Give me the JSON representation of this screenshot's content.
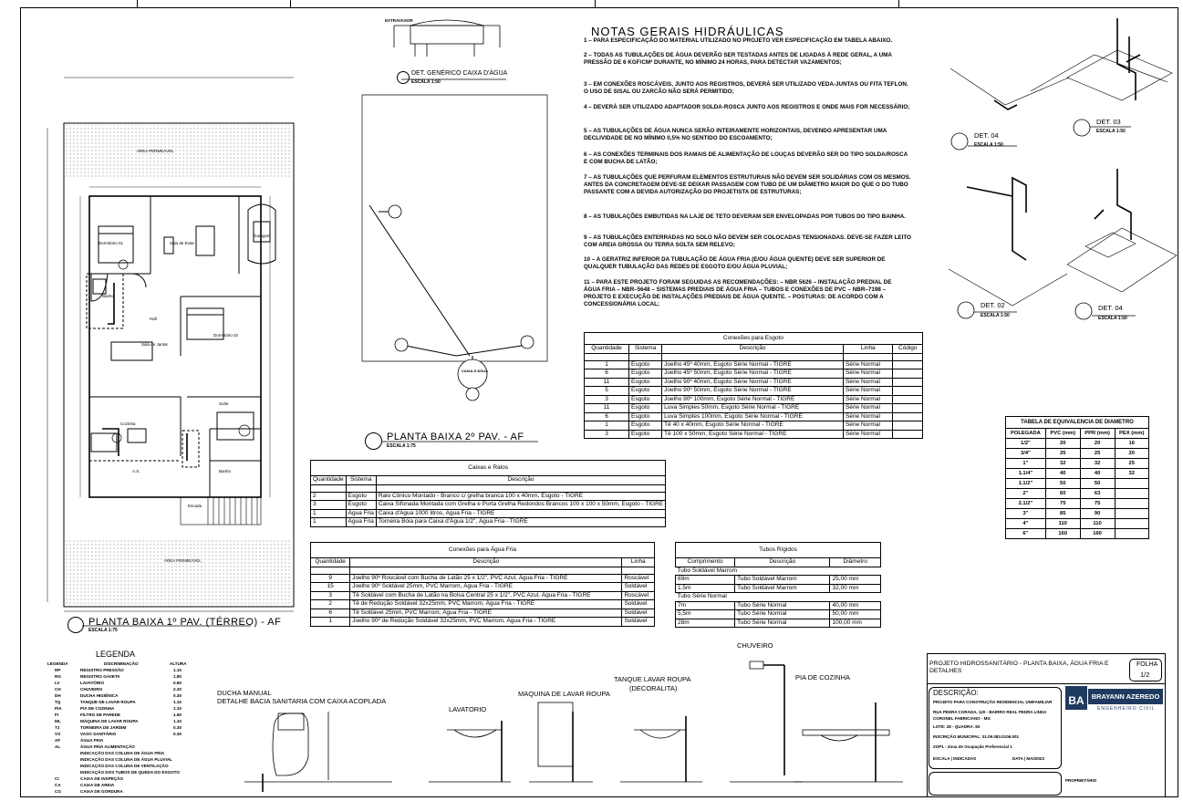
{
  "notes": {
    "title": "NOTAS GERAIS HIDRÁULICAS",
    "items": [
      "1 – PARA ESPECIFICAÇÃO DO MATERIAL UTILIZADO NO PROJETO VER ESPECIFICAÇÃO EM TABELA ABAIXO.",
      "2 – TODAS AS TUBULAÇÕES DE ÁGUA DEVERÃO SER TESTADAS ANTES DE LIGADAS À REDE GERAL, A UMA PRESSÃO DE 6 Kgf/cm² DURANTE, NO MÍNIMO 24 HORAS, PARA DETECTAR VAZAMENTOS;",
      "3 – EM CONEXÕES ROSCÁVEIS, JUNTO AOS REGISTROS, DEVERÁ SER UTILIZADO VEDA-JUNTAS OU FITA TEFLON. O USO DE SISAL OU ZARCÃO NÃO SERÁ PERMITIDO;",
      "4 – DEVERÁ SER UTILIZADO ADAPTADOR SOLDA-ROSCA JUNTO AOS REGISTROS E ONDE MAIS FOR NECESSÁRIO;",
      "5 – AS TUBULAÇÕES DE ÁGUA NUNCA SERÃO INTEIRAMENTE HORIZONTAIS, DEVENDO APRESENTAR UMA DECLIVIDADE DE NO MÍNIMO 0,5% NO SENTIDO DO ESCOAMENTO;",
      "6 – AS CONEXÕES TERMINAIS DOS RAMAIS DE ALIMENTAÇÃO DE LOUÇAS DEVERÃO SER DO TIPO SOLDA/ROSCA E COM BUCHA DE LATÃO;",
      "7 – AS TUBULAÇÕES QUE PERFURAM ELEMENTOS ESTRUTURAIS NÃO DEVEM SER SOLIDÁRIAS COM OS MESMOS. ANTES DA CONCRETAGEM DEVE-SE DEIXAR PASSAGEM COM TUBO DE UM DIÂMETRO MAIOR DO QUE O DO TUBO PASSANTE COM A DEVIDA AUTORIZAÇÃO DO PROJETISTA DE ESTRUTURAS;",
      "8 – AS TUBULAÇÕES EMBUTIDAS NA LAJE DE TETO DEVERAM SER ENVELOPADAS POR TUBOS DO TIPO BAINHA.",
      "9 – AS TUBULAÇÕES ENTERRADAS NO SOLO NÃO DEVEM SER COLOCADAS TENSIONADAS. DEVE-SE FAZER LEITO COM AREIA GROSSA OU TERRA SOLTA SEM RELEVO;",
      "10 – A GERATRIZ INFERIOR DA TUBULAÇÃO DE ÁGUA FRIA (E/OU ÁGUA QUENTE) DEVE SER SUPERIOR DE QUALQUER TUBULAÇÃO DAS REDES DE ESGOTO E/OU ÁGUA PLUVIAL;",
      "11 – PARA ESTE PROJETO FORAM SEGUIDAS AS RECOMENDAÇÕES: – NBR 5626 – INSTALAÇÃO PREDIAL DE ÁGUA FRIA – NBR–5648 – SISTEMAS PREDIAIS DE ÁGUA FRIA – TUBOS E CONEXÕES DE PVC – NBR–7198 – PROJETO E EXECUÇÃO DE INSTALAÇÕES PREDIAIS DE ÁGUA QUENTE. – POSTURAS: DE ACORDO COM A CONCESSIONÁRIA LOCAL;"
    ]
  },
  "labels": {
    "det_caixa": "DET. GENÉRICO CAIXA D'ÁGUA",
    "det_caixa_scale": "ESCALA 1:50",
    "planta2": "PLANTA BAIXA 2º PAV. - AF",
    "planta2_scale": "ESCALA 1:75",
    "planta1": "PLANTA BAIXA 1º PAV. (TÉRREO) - AF",
    "planta1_scale": "ESCALA 1:75",
    "det03": "DET. 03",
    "det04a": "DET. 04",
    "det02": "DET. 02",
    "det04b": "DET. 04",
    "det_scale": "ESCALA 1:50",
    "chuveiro": "CHUVEIRO",
    "pia": "PIA DE COZINHA",
    "tanque": "TANQUE LAVAR ROUPA",
    "tanque_sub": "(DECORALITA)",
    "maquina": "MAQUINA DE LAVAR ROUPA",
    "lavatorio": "LAVATORIO",
    "ducha": "DUCHA MANUAL",
    "detalhe_bacia": "DETALHE BACIA SANITARIA COM CAIXA ACOPLADA",
    "caixa_dagua": "CAIXA D'ÁGUA",
    "extravasor": "EXTRAVASOR",
    "area_permeavel": "ÁREA PERMEÁVEL",
    "rooms": [
      "Dormitório 01",
      "Sala de Estar",
      "Garagem",
      "Banho",
      "Hall",
      "Sala de Jantar",
      "Dormitório 02",
      "Cozinha",
      "Suíte",
      "A.S.",
      "Banho",
      "Escada"
    ]
  },
  "esgoto": {
    "caption": "Conexões para Esgoto",
    "headers": [
      "Quantidade",
      "Sistema",
      "Descrição",
      "Linha",
      "Código"
    ],
    "rows": [
      [
        "1",
        "Esgoto",
        "Joelho 45º 40mm, Esgoto Série Normal - TIGRE",
        "Série Normal",
        ""
      ],
      [
        "6",
        "Esgoto",
        "Joelho 45º 50mm, Esgoto Série Normal - TIGRE",
        "Série Normal",
        ""
      ],
      [
        "11",
        "Esgoto",
        "Joelho 90º 40mm, Esgoto Série Normal - TIGRE",
        "Série Normal",
        ""
      ],
      [
        "5",
        "Esgoto",
        "Joelho 90º 50mm, Esgoto Série Normal - TIGRE",
        "Série Normal",
        ""
      ],
      [
        "3",
        "Esgoto",
        "Joelho 90º 100mm, Esgoto Série Normal - TIGRE",
        "Série Normal",
        ""
      ],
      [
        "11",
        "Esgoto",
        "Luva Simples 50mm, Esgoto Série Normal - TIGRE",
        "Série Normal",
        ""
      ],
      [
        "6",
        "Esgoto",
        "Luva Simples 100mm, Esgoto Série Normal - TIGRE",
        "Série Normal",
        ""
      ],
      [
        "1",
        "Esgoto",
        "Tê 40 x 40mm, Esgoto Série Normal - TIGRE",
        "Série Normal",
        ""
      ],
      [
        "3",
        "Esgoto",
        "Tê 100 x 50mm, Esgoto Série Normal - TIGRE",
        "Série Normal",
        ""
      ]
    ]
  },
  "caixas": {
    "caption": "Caixas e Ralos",
    "headers": [
      "Quantidade",
      "Sistema",
      "Descrição"
    ],
    "rows": [
      [
        "2",
        "Esgoto",
        "Ralo Cônico Montado - Branco c/ grelha branca 100 x 40mm, Esgoto - TIGRE"
      ],
      [
        "3",
        "Esgoto",
        "Caixa Sifonada Montada com Grelha e Porta Grelha Redondos Brancos 100 x 100 x 50mm, Esgoto - TIGRE"
      ],
      [
        "1",
        "Água Fria",
        "Caixa d'Água 1000 litros, Água Fria - TIGRE"
      ],
      [
        "1",
        "Água Fria",
        "Torneira Bóia para Caixa d'Água 1/2\", Água Fria - TIGRE"
      ]
    ]
  },
  "agua_fria": {
    "caption": "Conexões para Água Fria",
    "headers": [
      "Quantidade",
      "Descrição",
      "Linha"
    ],
    "rows": [
      [
        "9",
        "Joelho 90º Roscável com Bucha de Latão 25 x 1/2\", PVC Azul, Água Fria - TIGRE",
        "Roscável"
      ],
      [
        "15",
        "Joelho 90º Soldável 25mm, PVC Marrom, Água Fria - TIGRE",
        "Soldável"
      ],
      [
        "3",
        "Tê Soldável com Bucha de Latão na Bolsa Central 25 x 1/2\", PVC Azul, Água Fria - TIGRE",
        "Roscável"
      ],
      [
        "2",
        "Tê de Redução Soldável 32x25mm, PVC Marrom, Água Fria - TIGRE",
        "Soldável"
      ],
      [
        "6",
        "Tê Soldável 25mm, PVC Marrom, Água Fria - TIGRE",
        "Soldável"
      ],
      [
        "1",
        "Joelho 90º de Redução Soldável 32x25mm, PVC Marrom, Água Fria - TIGRE",
        "Soldável"
      ]
    ]
  },
  "tubos": {
    "caption": "Tubos Rígidos",
    "headers": [
      "Comprimento",
      "Descrição",
      "Diâmetro"
    ],
    "group1": "Tubo Soldável Marrom",
    "rows1": [
      [
        "69m",
        "Tubo Soldável Marrom",
        "25,00 mm"
      ],
      [
        "1,5m",
        "Tubo Soldável Marrom",
        "32,00 mm"
      ]
    ],
    "group2": "Tubo Série Normal",
    "rows2": [
      [
        "7m",
        "Tubo Série Normal",
        "40,00 mm"
      ],
      [
        "5,5m",
        "Tubo Série Normal",
        "50,00 mm"
      ],
      [
        "28m",
        "Tubo Série Normal",
        "100,00 mm"
      ]
    ]
  },
  "equivalencia": {
    "caption": "TABELA DE EQUIVALENCIA DE DIAMETRO",
    "headers": [
      "POLEGADA",
      "PVC (mm)",
      "PPR (mm)",
      "PEX (mm)"
    ],
    "rows": [
      [
        "1/2\"",
        "20",
        "20",
        "16"
      ],
      [
        "3/4\"",
        "25",
        "25",
        "20"
      ],
      [
        "1\"",
        "32",
        "32",
        "25"
      ],
      [
        "1.1/4\"",
        "40",
        "40",
        "32"
      ],
      [
        "1.1/2\"",
        "50",
        "50",
        ""
      ],
      [
        "2\"",
        "60",
        "63",
        ""
      ],
      [
        "2.1/2\"",
        "75",
        "75",
        ""
      ],
      [
        "3\"",
        "85",
        "90",
        ""
      ],
      [
        "4\"",
        "110",
        "110",
        ""
      ],
      [
        "6\"",
        "160",
        "160",
        ""
      ]
    ]
  },
  "legenda": {
    "title": "LEGENDA",
    "headers": [
      "LEGENDA",
      "DISCRIMINAÇÃO",
      "ALTURA"
    ],
    "rows": [
      [
        "RP",
        "REGISTRO PRESSÃO",
        "1.10"
      ],
      [
        "RG",
        "REGISTRO GAVETA",
        "1.80"
      ],
      [
        "LV",
        "LAVATÓRIO",
        "0.60"
      ],
      [
        "CH",
        "CHUVEIRO",
        "2.20"
      ],
      [
        "DH",
        "DUCHA HIGIÊNICA",
        "0.30"
      ],
      [
        "TQ",
        "TANQUE DE LAVAR ROUPA",
        "1.10"
      ],
      [
        "PIA",
        "PIA DE COZINHA",
        "1.10"
      ],
      [
        "FI",
        "FILTRO DE PAREDE",
        "1.50"
      ],
      [
        "ML",
        "MÁQUINA DE LAVAR ROUPA",
        "1.10"
      ],
      [
        "TJ",
        "TORNEIRA DE JARDIM",
        "0.30"
      ],
      [
        "VS",
        "VASO SANITÁRIO",
        "0.30"
      ],
      [
        "AF",
        "ÁGUA FRIA",
        ""
      ],
      [
        "AL",
        "ÁGUA FRIA ALIMENTAÇÃO",
        ""
      ],
      [
        "",
        "INDICAÇÃO DAS COLUNA DE ÁGUA FRIA",
        ""
      ],
      [
        "",
        "INDICAÇÃO DAS COLUNA DE ÁGUA PLUVIAL",
        ""
      ],
      [
        "",
        "INDICAÇÃO DAS COLUNA DE VENTILAÇÃO",
        ""
      ],
      [
        "",
        "INDICAÇÃO DOS TUBOS DE QUEDA DO ESGOTO",
        ""
      ],
      [
        "CI",
        "CAIXA DE INSPEÇÃO",
        ""
      ],
      [
        "CA",
        "CAIXA DE AREIA",
        ""
      ],
      [
        "CG",
        "CAIXA DE GORDURA",
        ""
      ]
    ]
  },
  "titleblock": {
    "project": "PROJETO HIDROSSANITÁRIO - PLANTA BAIXA, ÁGUA FRIA E DETALHES",
    "folha_label": "FOLHA",
    "folha": "1/2",
    "descricao_label": "DESCRIÇÃO:",
    "descricao": "PROJETO PARA CONSTRUÇÃO RESIDENCIAL UNIFAMILIAR",
    "endereco": "RUA PEDRA CORADA, 120 - BAIRRO REAL PEDRA LINDA",
    "endereco2": "CORONEL FABRICIANO - MG",
    "lote": "LOTE: 28 - QUADRA: 83",
    "inscricao": "INSCRIÇÃO MUNICIPAL: 01.09.083.0106.001",
    "zop": "ZOP1 - Zona de Ocupação Preferencial 1",
    "escala": "ESCALA | INDICADAS",
    "data": "DATA | MAI/2023",
    "brand": "BRAYANN AZEREDO",
    "brand_sub": "ENGENHEIRO CIVIL",
    "logo": "BA",
    "proprietario_label": "PROPRIETÁRIO"
  }
}
